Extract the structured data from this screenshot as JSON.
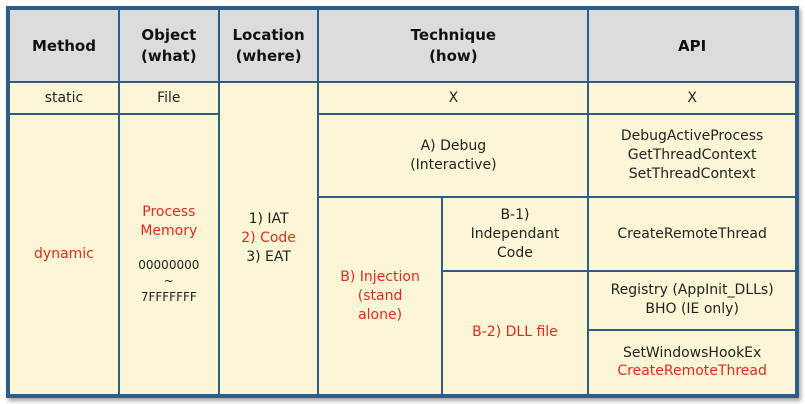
{
  "headers": {
    "method": "Method",
    "object_line1": "Object",
    "object_line2": "(what)",
    "location_line1": "Location",
    "location_line2": "(where)",
    "technique_line1": "Technique",
    "technique_line2": "(how)",
    "api": "API"
  },
  "rows": {
    "static": {
      "method": "static",
      "object": "File",
      "technique": "X",
      "api": "X"
    },
    "dynamic": {
      "method": "dynamic",
      "object_line1": "Process",
      "object_line2": "Memory",
      "object_range_start": "00000000",
      "object_range_sep": "~",
      "object_range_end": "7FFFFFFF",
      "location_1": "1) IAT",
      "location_2": "2) Code",
      "location_3": "3) EAT",
      "debug_line1": "A) Debug",
      "debug_line2": "(Interactive)",
      "debug_api_1": "DebugActiveProcess",
      "debug_api_2": "GetThreadContext",
      "debug_api_3": "SetThreadContext",
      "injection_line1": "B) Injection",
      "injection_line2": "(stand",
      "injection_line3": "alone)",
      "b1_line1": "B-1)",
      "b1_line2": "Independant",
      "b1_line3": "Code",
      "b1_api": "CreateRemoteThread",
      "b2": "B-2) DLL file",
      "b2_api_1_line1": "Registry (AppInit_DLLs)",
      "b2_api_1_line2": "BHO (IE only)",
      "b2_api_2_line1": "SetWindowsHookEx",
      "b2_api_2_line2": "CreateRemoteThread"
    }
  },
  "colors": {
    "border": "#2f5d8a",
    "header_bg": "#dcdcdc",
    "cell_bg": "#fbf7d6",
    "highlight_text": "#e02a20"
  }
}
